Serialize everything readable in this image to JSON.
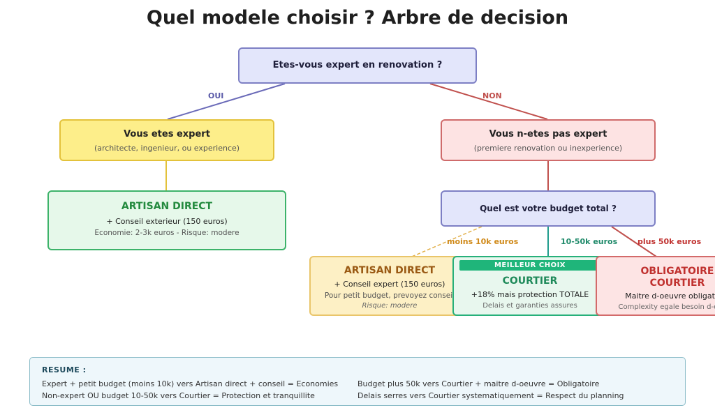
{
  "title": "Quel modele choisir ? Arbre de decision",
  "root_question": "Etes-vous expert en renovation ?",
  "edges": {
    "yes": "OUI",
    "no": "NON",
    "low_budget": "moins 10k euros",
    "mid_budget": "10-50k euros",
    "high_budget": "plus 50k euros"
  },
  "expert": {
    "title": "Vous etes expert",
    "subtitle": "(architecte, ingenieur, ou experience)"
  },
  "non_expert": {
    "title": "Vous n-etes pas expert",
    "subtitle": "(premiere renovation ou inexperience)"
  },
  "budget_question": "Quel est votre budget total ?",
  "artisan_direct_expert": {
    "title": "ARTISAN DIRECT",
    "line1": "+ Conseil exterieur (150 euros)",
    "line2": "Economie: 2-3k euros - Risque: modere"
  },
  "artisan_direct_low": {
    "title": "ARTISAN DIRECT",
    "line1": "+ Conseil expert (150 euros)",
    "line2": "Pour petit budget, prevoyez conseil",
    "line3": "Risque: modere"
  },
  "courtier_mid": {
    "badge": "MEILLEUR CHOIX",
    "title": "COURTIER",
    "line1": "+18% mais protection TOTALE",
    "line2": "Delais et garanties assures"
  },
  "courtier_high": {
    "title1": "OBLIGATOIRE",
    "title2": "COURTIER",
    "line1": "Maitre d-oeuvre obligatoire",
    "line2": "Complexity egale besoin d-expert"
  },
  "summary": {
    "title": "RESUME :",
    "left": [
      "Expert + petit budget (moins 10k) vers Artisan direct + conseil = Economies",
      "Non-expert OU budget 10-50k vers Courtier = Protection et tranquillite"
    ],
    "right": [
      "Budget plus 50k vers Courtier + maitre d-oeuvre = Obligatoire",
      "Delais serres vers Courtier systematiquement = Respect du planning"
    ]
  },
  "colors": {
    "yes_line": "#6a6ab8",
    "no_line": "#c0504d",
    "low_line": "#e2b04a",
    "mid_line": "#1f9c8c",
    "high_line": "#c0504d",
    "artisan_green_text": "#238a3e",
    "artisan_brown_text": "#9a5a14",
    "courtier_text": "#1f8a5a",
    "obligatoire_text": "#c0312f",
    "badge_bg": "#1fb57a"
  }
}
